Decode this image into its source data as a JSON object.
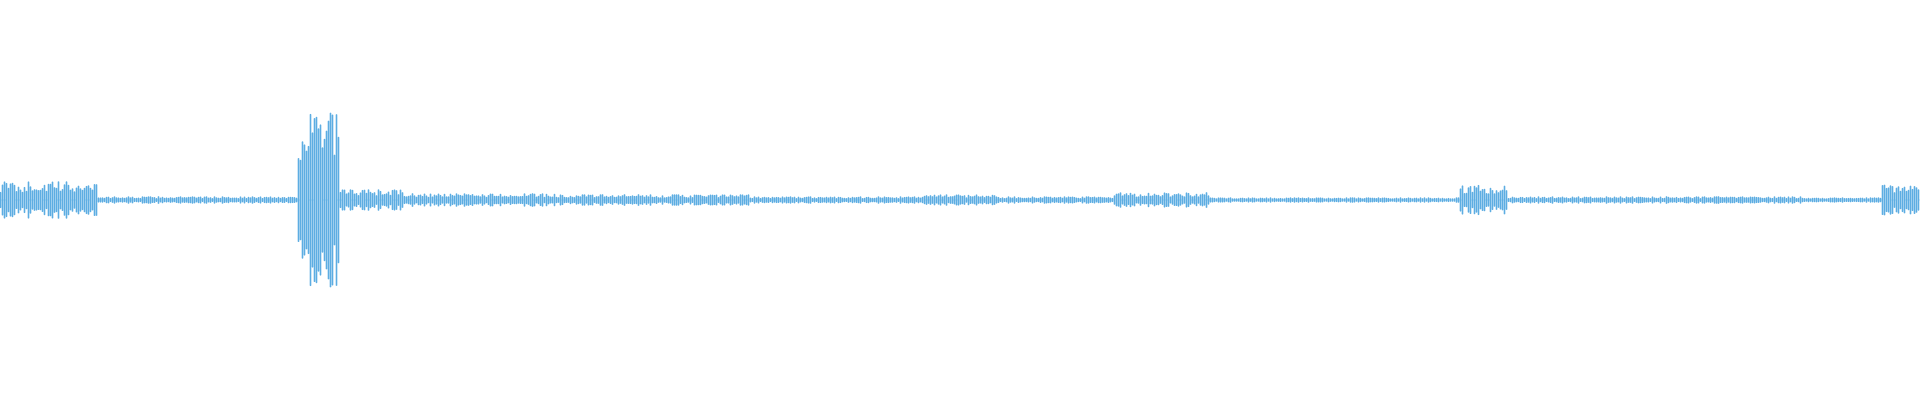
{
  "waveform": {
    "color": "#5DADE2",
    "segments": [
      {
        "start": 0.0,
        "end": 0.05,
        "amp": 0.18
      },
      {
        "start": 0.05,
        "end": 0.155,
        "amp": 0.03
      },
      {
        "start": 0.155,
        "end": 0.177,
        "amp": 0.9
      },
      {
        "start": 0.177,
        "end": 0.21,
        "amp": 0.1
      },
      {
        "start": 0.21,
        "end": 0.29,
        "amp": 0.06
      },
      {
        "start": 0.29,
        "end": 0.39,
        "amp": 0.05
      },
      {
        "start": 0.39,
        "end": 0.48,
        "amp": 0.03
      },
      {
        "start": 0.48,
        "end": 0.52,
        "amp": 0.05
      },
      {
        "start": 0.52,
        "end": 0.58,
        "amp": 0.03
      },
      {
        "start": 0.58,
        "end": 0.63,
        "amp": 0.07
      },
      {
        "start": 0.63,
        "end": 0.69,
        "amp": 0.02
      },
      {
        "start": 0.69,
        "end": 0.76,
        "amp": 0.02
      },
      {
        "start": 0.76,
        "end": 0.785,
        "amp": 0.14
      },
      {
        "start": 0.785,
        "end": 0.94,
        "amp": 0.03
      },
      {
        "start": 0.94,
        "end": 0.98,
        "amp": 0.02
      },
      {
        "start": 0.98,
        "end": 1.0,
        "amp": 0.16
      }
    ]
  }
}
